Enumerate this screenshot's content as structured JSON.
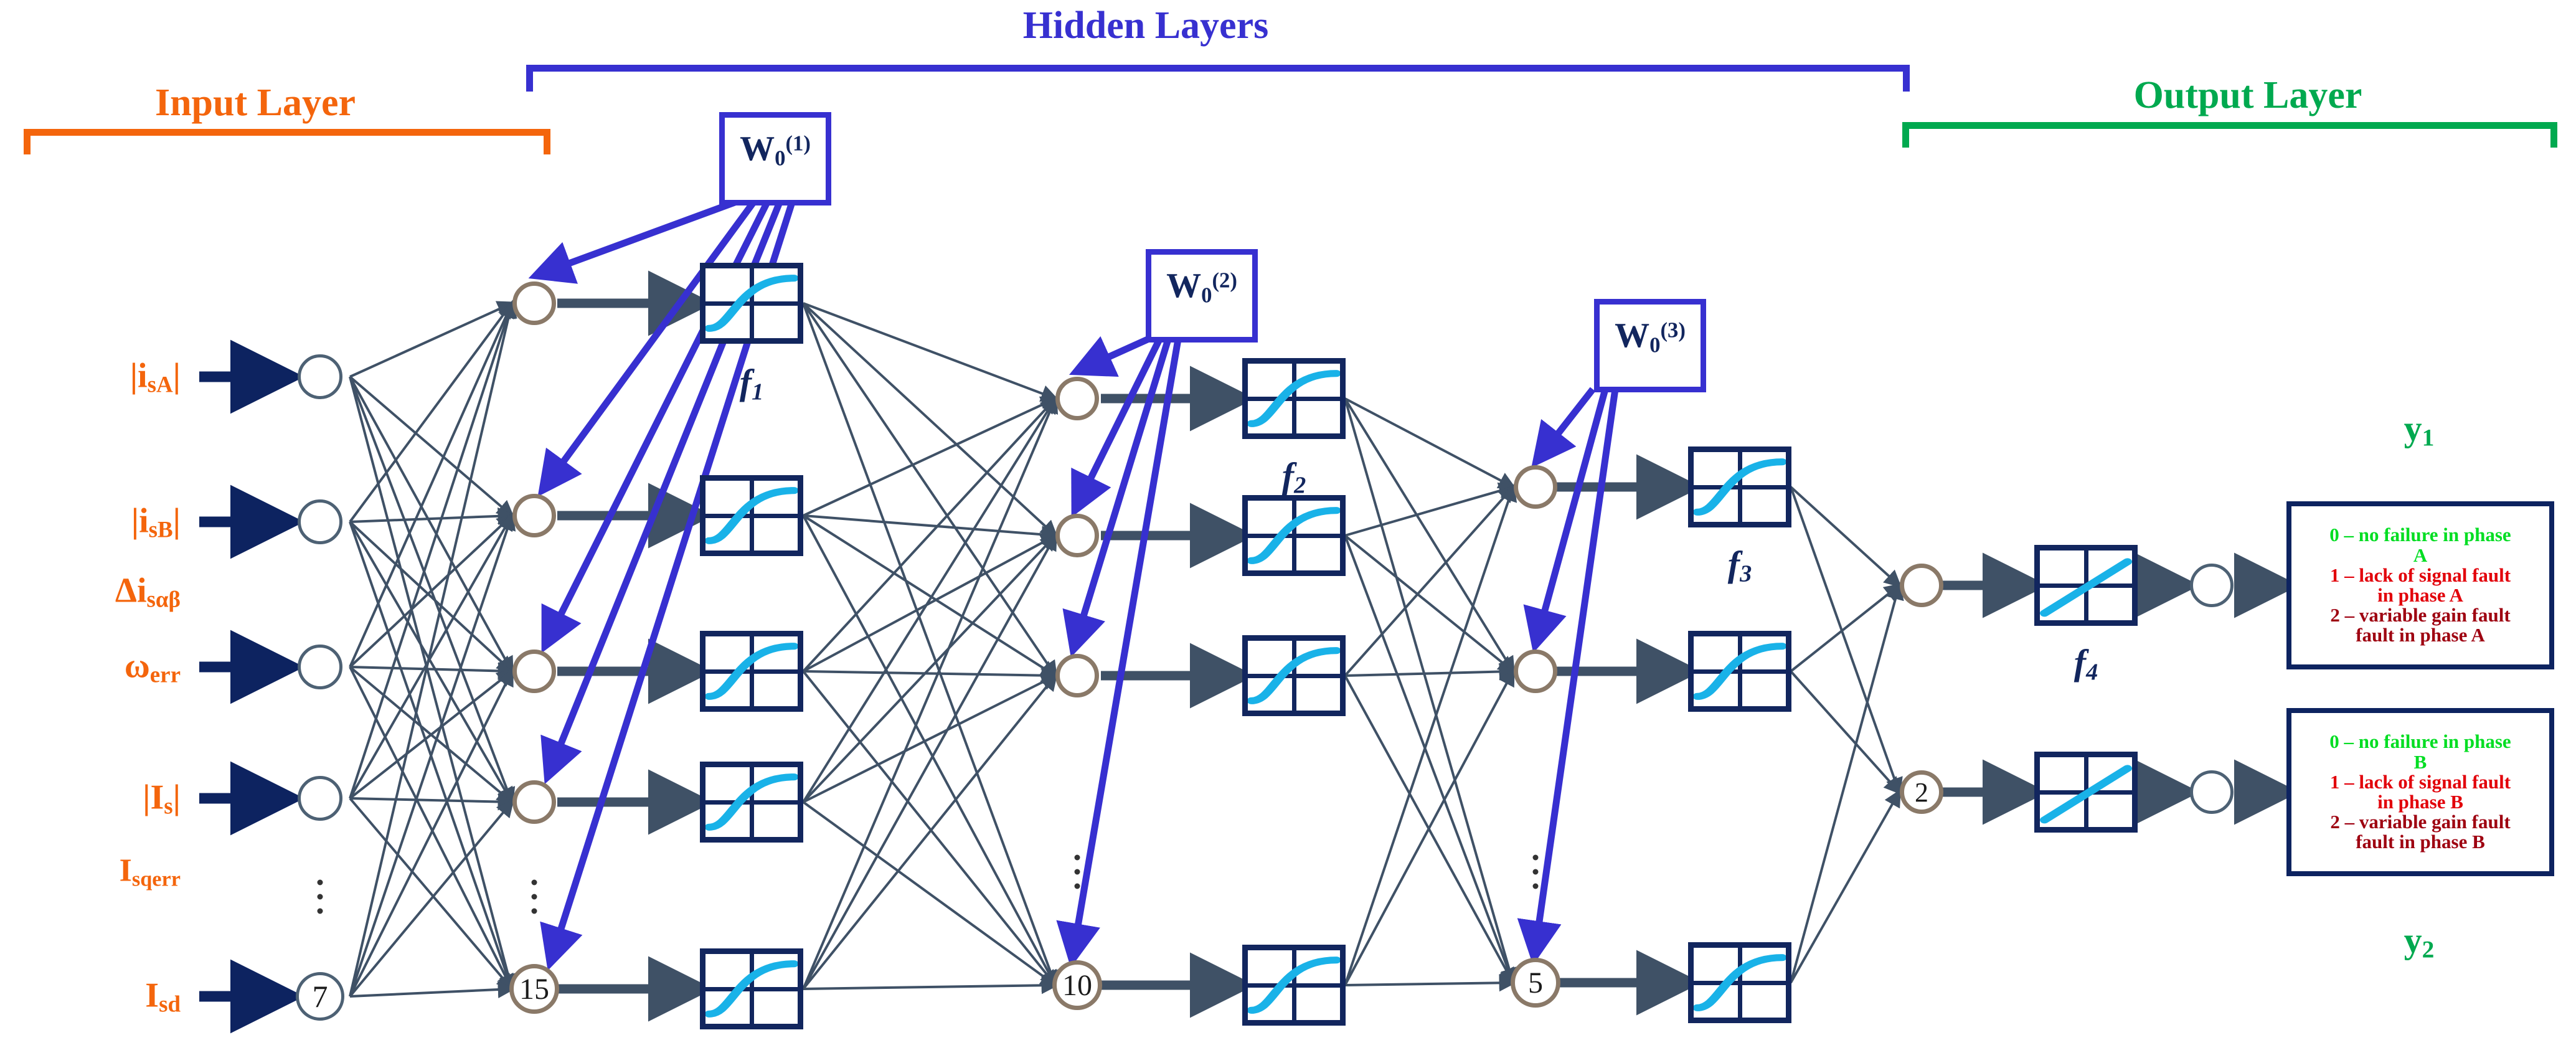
{
  "sections": [
    {
      "key": "input",
      "label": "Input Layer",
      "color": "#F4650C"
    },
    {
      "key": "hidden",
      "label": "Hidden Layers",
      "color": "#3730d0"
    },
    {
      "key": "output",
      "label": "Output Layer",
      "color": "#00A94F"
    }
  ],
  "inputs": [
    {
      "id": "isA",
      "main": "|i",
      "sub": "sA",
      "tail": "|"
    },
    {
      "id": "isB",
      "main": "|i",
      "sub": "sB",
      "tail": "|"
    },
    {
      "id": "disab",
      "main": "Δi",
      "sub": "sαβ",
      "tail": ""
    },
    {
      "id": "werr",
      "main": "ω",
      "sub": "err",
      "tail": ""
    },
    {
      "id": "Is",
      "main": "|I",
      "sub": "s",
      "tail": "|"
    },
    {
      "id": "Isqerr",
      "main": "I",
      "sub": "sqerr",
      "tail": ""
    },
    {
      "id": "Isd",
      "main": "I",
      "sub": "sd",
      "tail": ""
    }
  ],
  "neurons": {
    "input_count_label": "7",
    "hidden1_count_label": "15",
    "hidden2_count_label": "10",
    "hidden3_count_label": "5",
    "output_count_label": "2"
  },
  "weight_boxes": [
    {
      "id": "w1",
      "base": "W",
      "sub": "0",
      "sup": "(1)"
    },
    {
      "id": "w2",
      "base": "W",
      "sub": "0",
      "sup": "(2)"
    },
    {
      "id": "w3",
      "base": "W",
      "sub": "0",
      "sup": "(3)"
    }
  ],
  "activation_labels": [
    {
      "id": "f1",
      "base": "f",
      "sub": "1",
      "type": "sigmoid"
    },
    {
      "id": "f2",
      "base": "f",
      "sub": "2",
      "type": "sigmoid"
    },
    {
      "id": "f3",
      "base": "f",
      "sub": "3",
      "type": "sigmoid"
    },
    {
      "id": "f4",
      "base": "f",
      "sub": "4",
      "type": "linear"
    }
  ],
  "outputs": [
    {
      "id": "y1",
      "label_base": "y",
      "label_sub": "1",
      "lines": [
        "0 – no failure in phase",
        "A",
        "1 – lack of signal fault",
        "in phase A",
        "2 – variable gain fault",
        "fault in phase A"
      ]
    },
    {
      "id": "y2",
      "label_base": "y",
      "label_sub": "2",
      "lines": [
        "0 – no failure in phase",
        "B",
        "1 – lack of signal fault",
        "in phase B",
        "2 – variable gain fault",
        "fault in phase B"
      ]
    }
  ],
  "colors": {
    "input_accent": "#F4650C",
    "hidden_accent": "#3730d0",
    "output_accent": "#00A94F",
    "wire": "#3f5166",
    "box_border": "#12265e",
    "curve": "#19B2E8",
    "hidden_neuron": "#8a7968",
    "input_neuron": "#4d6174",
    "ok_green": "#00DD22",
    "fault_red": "#E2000A",
    "fault_darkred": "#9E0010"
  }
}
